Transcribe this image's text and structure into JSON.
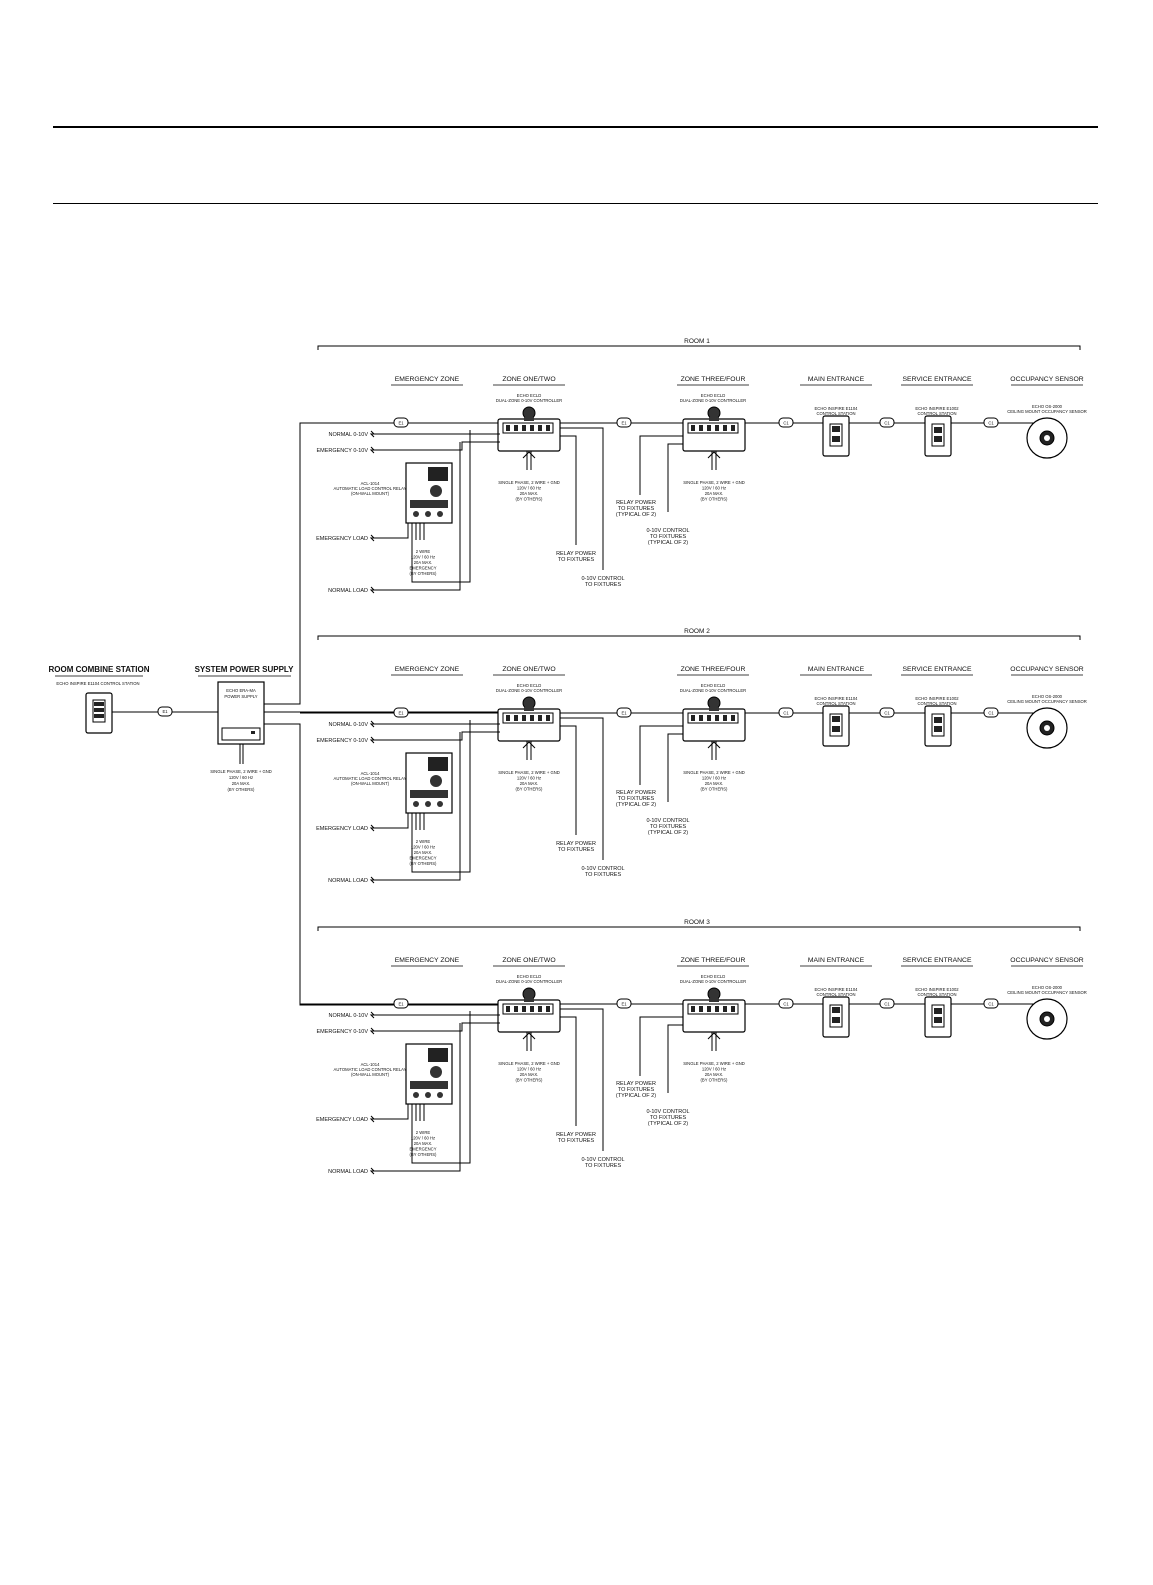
{
  "rooms": [
    {
      "title": "ROOM 1"
    },
    {
      "title": "ROOM 2"
    },
    {
      "title": "ROOM 3"
    }
  ],
  "section_headers": {
    "emergency": "EMERGENCY ZONE",
    "zone12": "ZONE ONE/TWO",
    "zone34": "ZONE THREE/FOUR",
    "main": "MAIN ENTRANCE",
    "service": "SERVICE ENTRANCE",
    "occupancy": "OCCUPANCY SENSOR"
  },
  "left_headers": {
    "combine": "ROOM COMBINE STATION",
    "power": "SYSTEM POWER SUPPLY"
  },
  "device_labels": {
    "combine_station": "ECHO INSPIRE E1104 CONTROL STATION",
    "power_supply_box": "ECHO ERA-MA POWER SUPPLY",
    "controller": "ECHO ECLD DUAL-ZONE 0-10V CONTROLLER",
    "main_station": "ECHO INSPIRE E1104 CONTROL STATION",
    "service_station": "ECHO INSPIRE E1002 CONTROL STATION",
    "occupancy_sensor": "ECHO OS-2000 CEILING MOUNT OCCUPANCY SENSOR",
    "alcr": "ACL-1014 AUTOMATIC LOAD CONTROL RELAY (ON-WALL MOUNT)"
  },
  "wire_labels": {
    "normal_010": "NORMAL 0-10V",
    "emergency_010": "EMERGENCY 0-10V",
    "emergency_load": "EMERGENCY LOAD",
    "normal_load": "NORMAL LOAD",
    "alcr_power": "2 WIRE 120V / 60 Hz 20A MAX. EMERGENCY (BY OTHERS)",
    "single_phase": "SINGLE PHASE, 2 WIRE + GND 120V / 60 Hz 20A MAX. (BY OTHERS)",
    "relay_power": "RELAY POWER TO FIXTURES",
    "control_010": "0-10V CONTROL TO FIXTURES",
    "relay_power_typ": "RELAY POWER TO FIXTURES (TYPICAL OF 2)",
    "control_010_typ": "0-10V CONTROL TO FIXTURES (TYPICAL OF 2)",
    "psu_input": "SINGLE PHASE, 2 WIRE + GND 120V / 60 Hz 20A MAX. (BY OTHERS)"
  },
  "cable_tags": {
    "room_bus": "E1",
    "link": "C1"
  },
  "colors": {
    "line": "#000000",
    "background": "#ffffff"
  }
}
